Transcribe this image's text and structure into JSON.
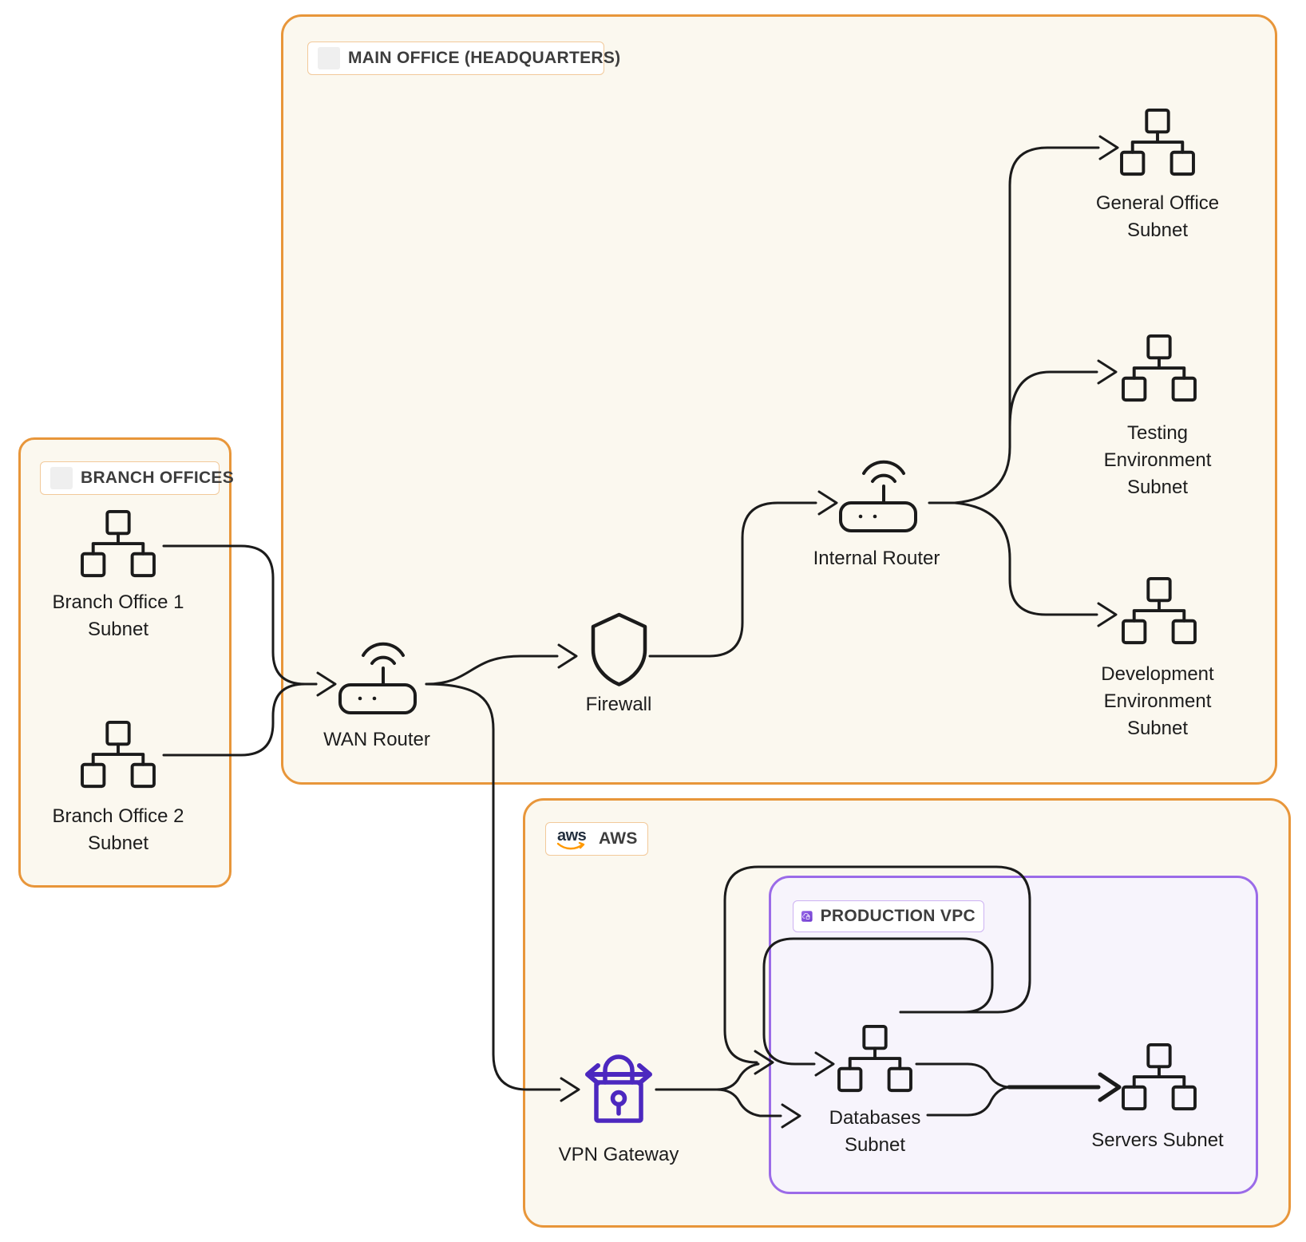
{
  "groups": {
    "branch_offices": {
      "label": "BRANCH OFFICES"
    },
    "main_office": {
      "label": "MAIN OFFICE (HEADQUARTERS)"
    },
    "aws": {
      "label": "AWS",
      "logo_text": "aws"
    },
    "production_vpc": {
      "label": "PRODUCTION VPC"
    }
  },
  "nodes": {
    "branch_office_1": {
      "label": "Branch Office 1\nSubnet",
      "icon": "subnet-tree-icon"
    },
    "branch_office_2": {
      "label": "Branch Office 2\nSubnet",
      "icon": "subnet-tree-icon"
    },
    "wan_router": {
      "label": "WAN Router",
      "icon": "wireless-router-icon"
    },
    "firewall": {
      "label": "Firewall",
      "icon": "shield-icon"
    },
    "internal_router": {
      "label": "Internal Router",
      "icon": "wireless-router-icon"
    },
    "general_office": {
      "label": "General Office\nSubnet",
      "icon": "subnet-tree-icon"
    },
    "testing_env": {
      "label": "Testing\nEnvironment\nSubnet",
      "icon": "subnet-tree-icon"
    },
    "development_env": {
      "label": "Development\nEnvironment\nSubnet",
      "icon": "subnet-tree-icon"
    },
    "vpn_gateway": {
      "label": "VPN Gateway",
      "icon": "vpn-lock-icon"
    },
    "databases": {
      "label": "Databases\nSubnet",
      "icon": "subnet-tree-icon"
    },
    "servers": {
      "label": "Servers Subnet",
      "icon": "subnet-tree-icon"
    }
  },
  "colors": {
    "group_border_orange": "#E8963A",
    "group_fill_cream": "#FBF8EF",
    "vpc_border_purple": "#9B6BE8",
    "vpc_fill_lavender": "#F7F4FC",
    "edge_ink": "#1B1B1B",
    "vpn_lock_purple": "#4C28BF",
    "aws_smile_orange": "#FF9900",
    "aws_text_dark": "#232F3E",
    "section_label_text": "#3D3D3D",
    "node_label_text": "#1D1D1D"
  }
}
